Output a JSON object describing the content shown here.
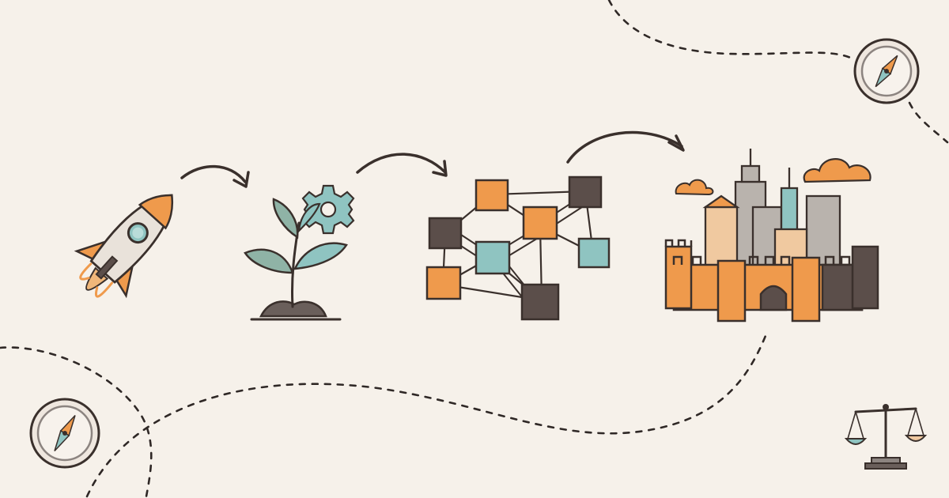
{
  "palette": {
    "background": "#f6f1ea",
    "ink": "#3a302c",
    "orange": "#ef9a4c",
    "teal": "#8fc4c1",
    "sage": "#8fb3a6",
    "dark": "#5b4e4a",
    "grey": "#b9b3ad"
  },
  "sequence": [
    {
      "icon": "rocket-icon",
      "stage": "launch"
    },
    {
      "icon": "sprout-gear-icon",
      "stage": "grow"
    },
    {
      "icon": "network-cubes-icon",
      "stage": "connect"
    },
    {
      "icon": "castle-city-icon",
      "stage": "scale"
    }
  ],
  "accessories": [
    "compass-icon",
    "compass-icon",
    "balance-scale-icon",
    "cloud-icon",
    "cloud-icon"
  ],
  "connectors": [
    "curved-arrow-icon",
    "curved-arrow-icon",
    "curved-arrow-icon",
    "dashed-path"
  ]
}
